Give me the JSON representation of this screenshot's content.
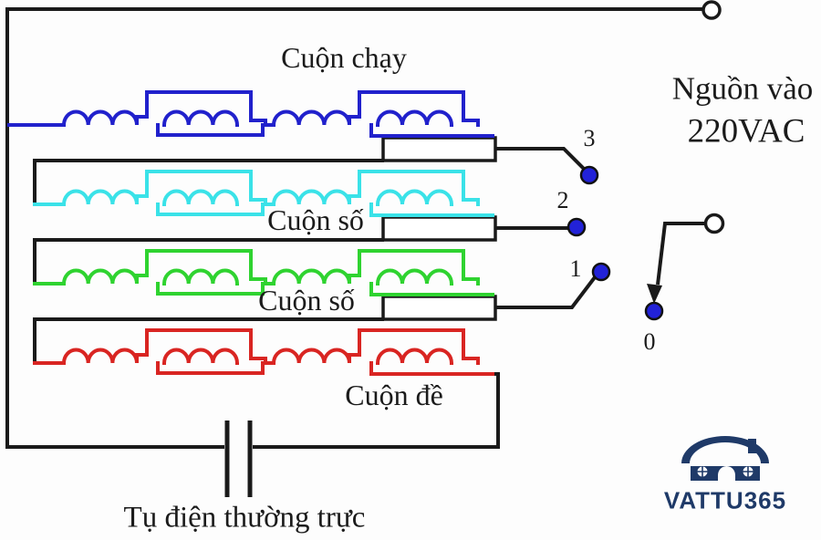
{
  "diagram": {
    "coils": {
      "run": {
        "label": "Cuộn chạy",
        "color": "#2121cc"
      },
      "speed1": {
        "label": "Cuộn số",
        "color": "#3ae2e8"
      },
      "speed2": {
        "label": "Cuộn số",
        "color": "#2fd330"
      },
      "start": {
        "label": "Cuộn đề",
        "color": "#d92522"
      }
    },
    "capacitor_label": "Tụ điện thường trực",
    "source": {
      "line1": "Nguồn vào",
      "line2": "220VAC"
    },
    "switch": {
      "p3": "3",
      "p2": "2",
      "p1": "1",
      "p0": "0",
      "dot_color": "#2222d8"
    },
    "wire_color": "#1a1a1a"
  },
  "brand": {
    "name": "VATTU365",
    "color": "#1f3a68"
  }
}
